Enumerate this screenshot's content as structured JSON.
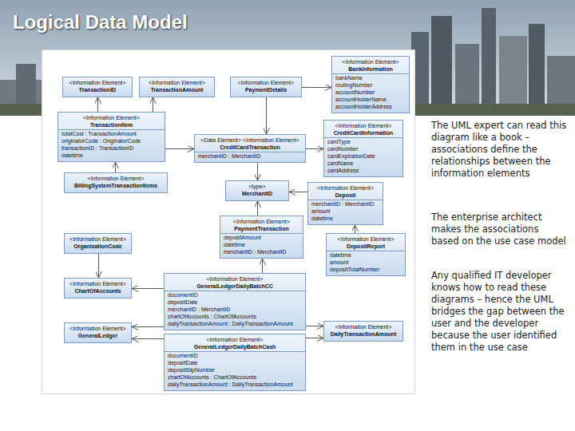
{
  "diagram": {
    "title": "Logical Data Model",
    "nodes": [
      {
        "text": [
          "<Information Element>",
          "BankInformation",
          "bankName",
          "routingNumber",
          "accountNumber",
          "accountHolderName",
          "accountHolderAddress"
        ]
      },
      {
        "text": [
          "<Information Element>",
          "TransactionID"
        ]
      },
      {
        "text": [
          "<Information Element>",
          "TransactionAmount"
        ]
      },
      {
        "text": [
          "<Information Element>",
          "PaymentDetails"
        ]
      },
      {
        "text": [
          "<Information Element>",
          "TransactionItem",
          "totalCost : TransactionAmount",
          "originatorCode : OriginatorCode",
          "transactionID : TransactionID",
          "datetime"
        ]
      },
      {
        "text": [
          "<Data Element> <Information Element>",
          "CreditCardTransaction",
          "merchantID : MerchantID"
        ]
      },
      {
        "text": [
          "<Information Element>",
          "CreditCardInformation",
          "cardType",
          "cardNumber",
          "cardExpirationDate",
          "cardName",
          "cardAddress"
        ]
      },
      {
        "text": [
          "<Information Element>",
          "BillingSystemTransactionItems"
        ]
      },
      {
        "text": [
          "<type>",
          "MerchantID"
        ]
      },
      {
        "text": [
          "<Information Element>",
          "Deposit",
          "merchantID : MerchantID",
          "amount",
          "datetime"
        ]
      },
      {
        "text": [
          "<Information Element>",
          "PaymentTransaction",
          "depositAmount",
          "datetime",
          "merchantID : MerchantID"
        ]
      },
      {
        "text": [
          "<Information Element>",
          "DepositReport",
          "datetime",
          "amount",
          "depositTotalNumber"
        ]
      },
      {
        "text": [
          "<Information Element>",
          "OrganizationCode"
        ]
      },
      {
        "text": [
          "<Information Element>",
          "ChartOfAccounts"
        ]
      },
      {
        "text": [
          "<Information Element>",
          "GeneralLedgerDailyBatchCC",
          "documentID",
          "depositDate",
          "merchantID : MerchantID",
          "chartOfAccounts : ChartOfAccounts",
          "dailyTransactionAmount : DailyTransactionAmount"
        ]
      },
      {
        "text": [
          "<Information Element>",
          "GeneralLedger"
        ]
      },
      {
        "text": [
          "<Information Element>",
          "DailyTransactionAmount"
        ]
      },
      {
        "text": [
          "<Information Element>",
          "GeneralLedgerDailyBatchCash",
          "documentID",
          "depositDate",
          "depositSlipNumber",
          "chartOfAccounts : ChartOfAccounts",
          "dailyTransactionAmount : DailyTransactionAmount"
        ]
      }
    ],
    "edges": [
      {
        "from": 4,
        "to": 1,
        "arrow": "to"
      },
      {
        "from": 4,
        "to": 2,
        "arrow": "to"
      },
      {
        "from": 3,
        "to": 0,
        "arrow": "to"
      },
      {
        "from": 3,
        "to": 5,
        "arrow": "to"
      },
      {
        "from": 4,
        "to": 5,
        "arrow": "to"
      },
      {
        "from": 5,
        "to": 6,
        "arrow": "to"
      },
      {
        "from": 7,
        "to": 4,
        "arrow": "to"
      },
      {
        "from": 5,
        "to": 8,
        "arrow": "to"
      },
      {
        "from": 9,
        "to": 8,
        "arrow": "to"
      },
      {
        "from": 10,
        "to": 8,
        "arrow": "to"
      },
      {
        "from": 11,
        "to": 9,
        "arrow": "to"
      },
      {
        "from": 14,
        "to": 10,
        "arrow": "to"
      },
      {
        "from": 12,
        "to": 13,
        "arrow": "to"
      },
      {
        "from": 14,
        "to": 13,
        "arrow": "to"
      },
      {
        "from": 14,
        "to": 15,
        "arrow": "to"
      },
      {
        "from": 17,
        "to": 15,
        "arrow": "to"
      },
      {
        "from": 14,
        "to": 16,
        "arrow": "to"
      },
      {
        "from": 17,
        "to": 16,
        "arrow": "to"
      }
    ],
    "labels": [
      "The UML expert can read this diagram like a book – associations define the relationships between the information elements",
      "The enterprise architect makes the associations based on the use case model",
      "Any qualified IT developer knows how to read these diagrams – hence the UML bridges the gap between the user and the developer because the user identified them in the use case"
    ]
  }
}
